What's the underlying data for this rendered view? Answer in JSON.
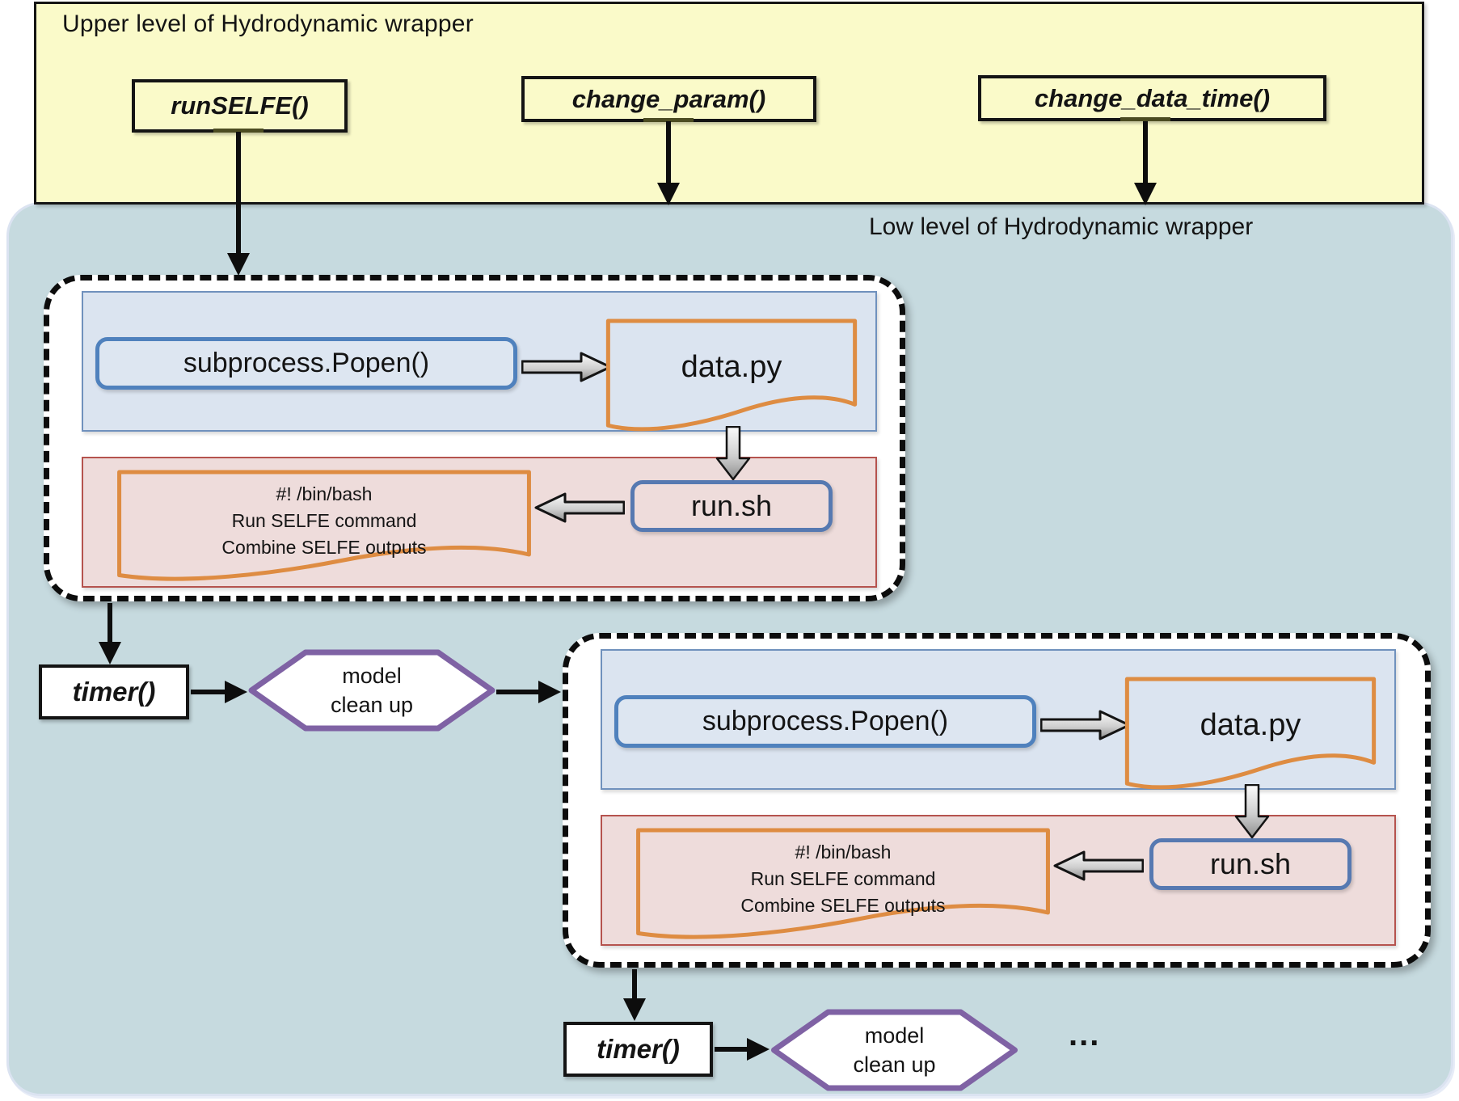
{
  "upper_level": {
    "title": "Upper level of Hydrodynamic wrapper",
    "functions": [
      {
        "label": "runSELFE()"
      },
      {
        "label": "change_param()"
      },
      {
        "label": "change_data_time()"
      }
    ]
  },
  "lower_level": {
    "title": "Low level of Hydrodynamic wrapper",
    "ellipsis": "..."
  },
  "pipeline": {
    "popen_label": "subprocess.Popen()",
    "data_script_label": "data.py",
    "shell_lines": [
      "#! /bin/bash",
      "Run SELFE command",
      "Combine SELFE outputs"
    ],
    "run_script_label": "run.sh",
    "timer_label": "timer()",
    "cleanup_line1": "model",
    "cleanup_line2": "clean up"
  },
  "colors": {
    "upper_fill": "#fafac9",
    "lower_fill": "#c6dadf",
    "blue_panel_fill": "#dbe4f0",
    "blue_panel_border": "#7091bd",
    "blue_accent": "#4f81bd",
    "red_panel_fill": "#eedcdb",
    "red_panel_border": "#b5534e",
    "orange_accent": "#de8c42",
    "purple_accent": "#7f62a4",
    "arrow_black": "#0d0d0d"
  }
}
